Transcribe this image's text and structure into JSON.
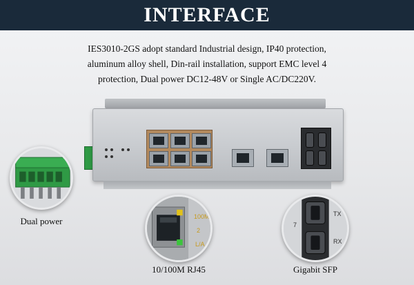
{
  "header": {
    "title": "INTERFACE"
  },
  "description": {
    "lines": [
      "IES3010-2GS adopt standard Industrial design, IP40 protection,",
      "aluminum alloy shell, Din-rail installation, support EMC level 4",
      "protection, Dual power DC12-48V or Single AC/DC220V."
    ]
  },
  "callouts": {
    "power": {
      "label": "Dual power",
      "icon": "terminal-block-icon",
      "color": "#2f9a45"
    },
    "rj45": {
      "label": "10/100M RJ45",
      "icon": "rj45-port-icon",
      "led_labels": [
        "100M",
        "2",
        "L/A"
      ],
      "led_colors": [
        "#e2c21a",
        "#3cc43c"
      ]
    },
    "sfp": {
      "label": "Gigabit SFP",
      "icon": "sfp-port-icon",
      "port_number": "7",
      "tx_label": "TX",
      "rx_label": "RX"
    }
  },
  "colors": {
    "header_bg": "#1a2a3a",
    "header_text": "#ffffff",
    "rj45_panel": "#b38a5e",
    "terminal_green": "#2f9a45"
  }
}
